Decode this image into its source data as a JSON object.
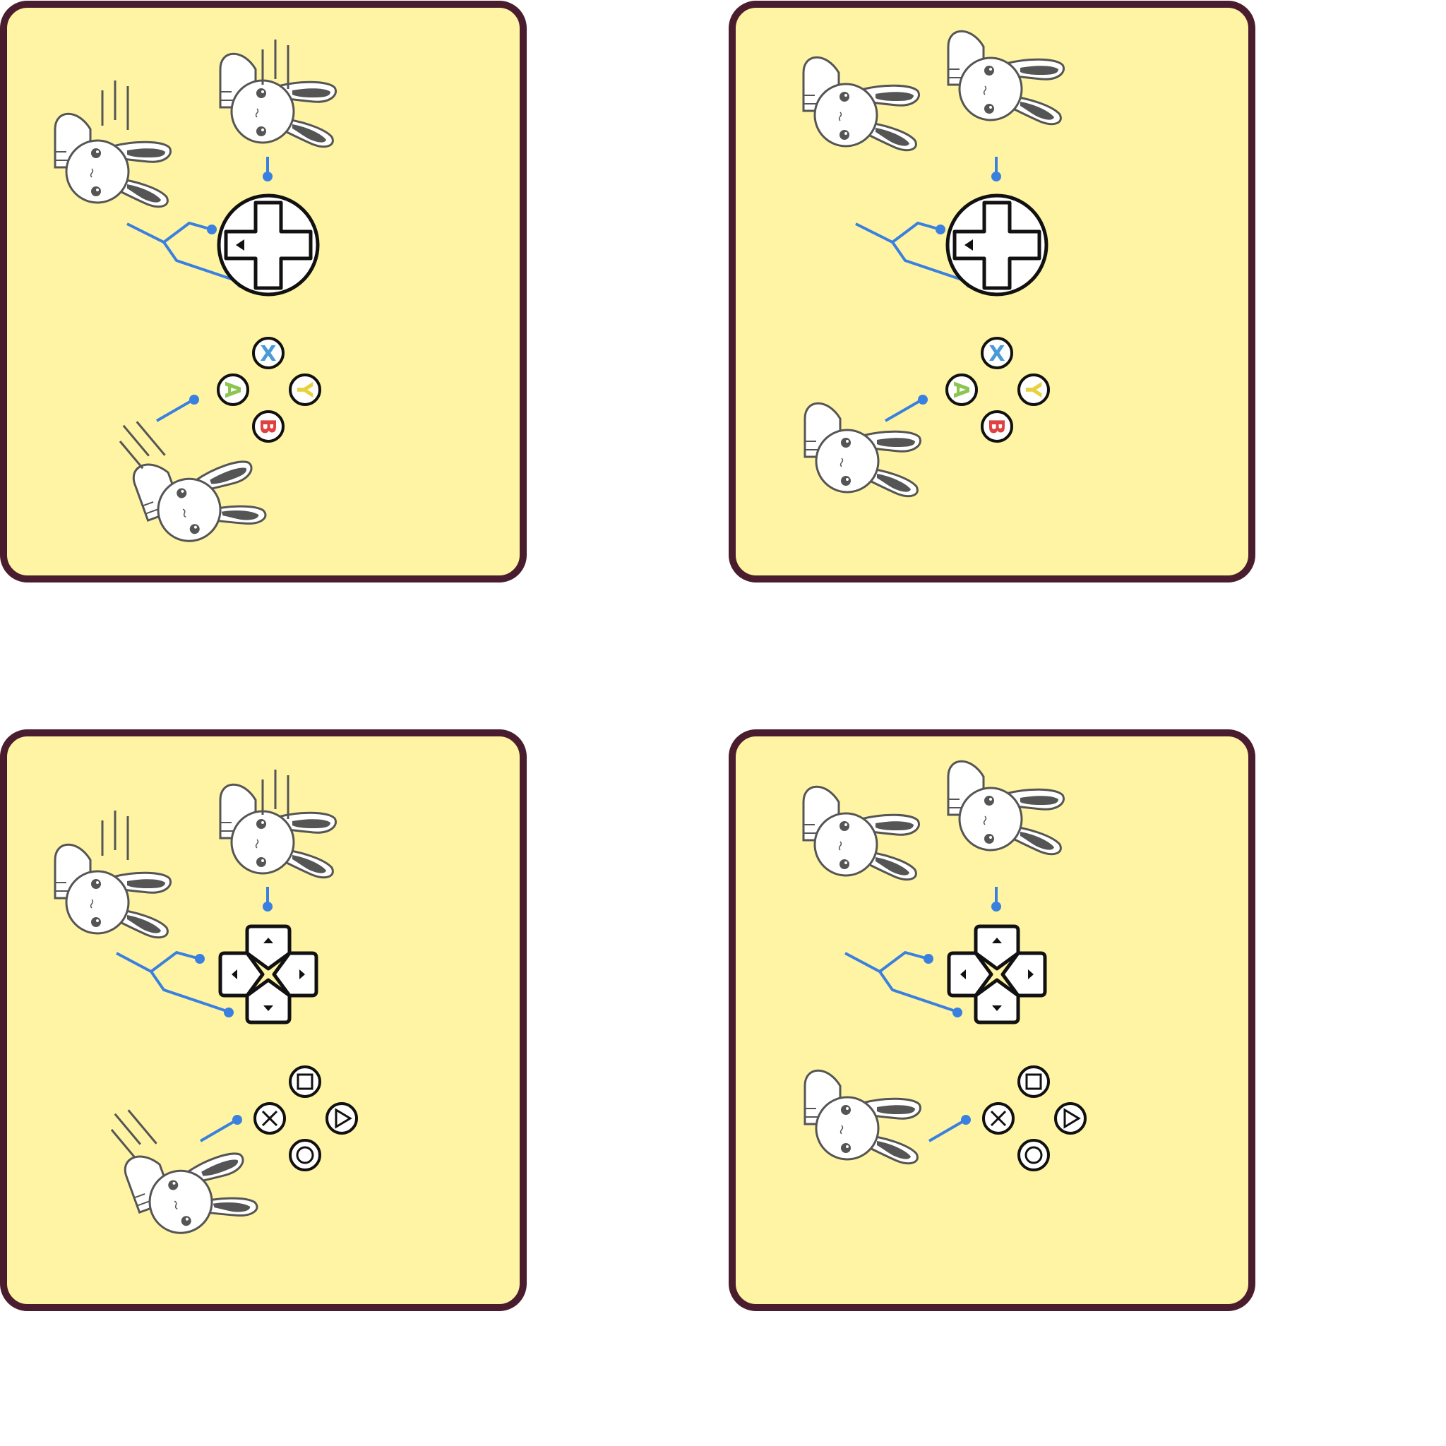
{
  "colors": {
    "panel_fill": "#fff4a3",
    "panel_border": "#4a1d2e",
    "connector": "#3a80e0",
    "outline": "#111111",
    "bunny_outline": "#555555",
    "bunny_ear": "#555555",
    "face_button_x": "#4a9ad8",
    "face_button_a": "#8cc64f",
    "face_button_y": "#e8d23c",
    "face_button_b": "#e04040"
  },
  "panels": [
    {
      "id": "top-left",
      "dpad_style": "cross",
      "face_style": "xbox",
      "pose": "falling",
      "face_buttons": [
        {
          "slot": "top",
          "label": "X",
          "color_key": "face_button_x"
        },
        {
          "slot": "left",
          "label": "A",
          "color_key": "face_button_a"
        },
        {
          "slot": "right",
          "label": "Y",
          "color_key": "face_button_y"
        },
        {
          "slot": "bottom",
          "label": "B",
          "color_key": "face_button_b"
        }
      ]
    },
    {
      "id": "top-right",
      "dpad_style": "cross",
      "face_style": "xbox",
      "pose": "standing",
      "face_buttons": [
        {
          "slot": "top",
          "label": "X",
          "color_key": "face_button_x"
        },
        {
          "slot": "left",
          "label": "A",
          "color_key": "face_button_a"
        },
        {
          "slot": "right",
          "label": "Y",
          "color_key": "face_button_y"
        },
        {
          "slot": "bottom",
          "label": "B",
          "color_key": "face_button_b"
        }
      ]
    },
    {
      "id": "bottom-left",
      "dpad_style": "split",
      "face_style": "playstation",
      "pose": "falling",
      "face_buttons": [
        {
          "slot": "top",
          "icon": "square-icon"
        },
        {
          "slot": "left",
          "icon": "cross-icon"
        },
        {
          "slot": "right",
          "icon": "triangle-icon"
        },
        {
          "slot": "bottom",
          "icon": "circle-icon"
        }
      ]
    },
    {
      "id": "bottom-right",
      "dpad_style": "split",
      "face_style": "playstation",
      "pose": "standing",
      "face_buttons": [
        {
          "slot": "top",
          "icon": "square-icon"
        },
        {
          "slot": "left",
          "icon": "cross-icon"
        },
        {
          "slot": "right",
          "icon": "triangle-icon"
        },
        {
          "slot": "bottom",
          "icon": "circle-icon"
        }
      ]
    }
  ]
}
